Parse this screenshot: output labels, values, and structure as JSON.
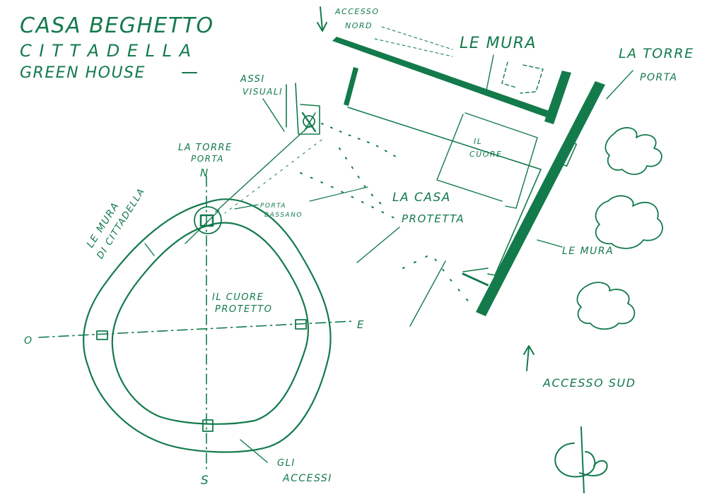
{
  "title": {
    "line1": "CASA BEGHETTO",
    "line2": "C I T T A D E L L A",
    "line3": "GREEN HOUSE"
  },
  "labels": {
    "assi_1": "ASSI",
    "assi_2": "VISUALI",
    "accesso_nord_1": "ACCESSO",
    "accesso_nord_2": "NORD",
    "le_mura_top": "LE MURA",
    "la_torre_right_1": "LA TORRE",
    "la_torre_right_2": "PORTA",
    "il_cuore_1": "IL",
    "il_cuore_2": "CUORE",
    "la_torre_plan_1": "LA TORRE",
    "la_torre_plan_2": "PORTA",
    "north": "N",
    "south": "S",
    "east": "E",
    "west": "O",
    "porta_bassano_1": "PORTA",
    "porta_bassano_2": "BASSANO",
    "la_casa_1": "LA CASA",
    "la_casa_2": "PROTETTA",
    "le_mura_city_1": "LE MURA",
    "le_mura_city_2": "DI CITTADELLA",
    "il_cuore_protetto_1": "IL CUORE",
    "il_cuore_protetto_2": "PROTETTO",
    "le_mura_right": "LE MURA",
    "accesso_sud": "ACCESSO SUD",
    "gli_accessi_1": "GLI",
    "gli_accessi_2": "ACCESSI"
  },
  "colors": {
    "ink": "#137a4b",
    "paper": "#ffffff"
  },
  "icons": [
    "north-arrow-icon",
    "viewpoint-icon",
    "signature-monogram-icon"
  ]
}
